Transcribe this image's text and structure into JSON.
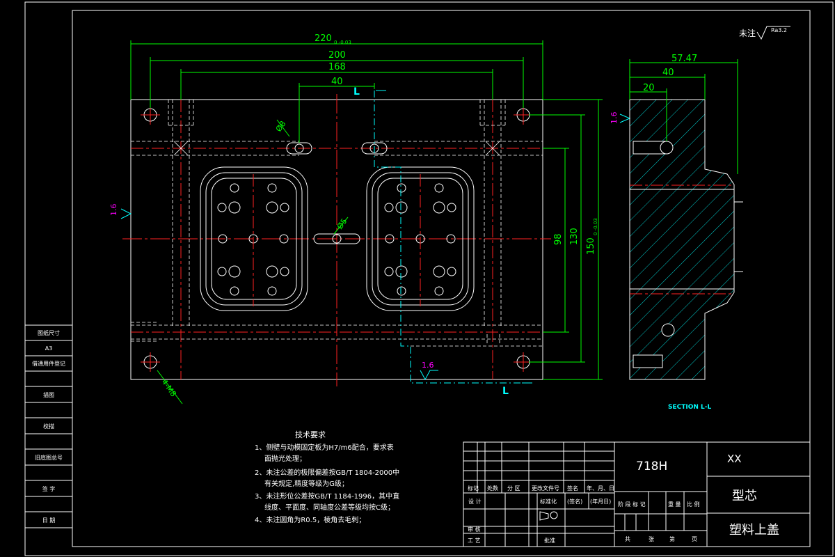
{
  "roughness_note": {
    "label": "未注",
    "value": "Ra3.2"
  },
  "dimensions": {
    "w220": "220",
    "w220_tol": "0 -0.03",
    "w200": "200",
    "w168": "168",
    "w40": "40",
    "section_mark": "L",
    "dia8": "Ø8",
    "dia5": "Ø5",
    "m8": "4-M8",
    "h98": "98",
    "h130": "130",
    "h150": "150",
    "h150_tol": "0 -0.03",
    "side_57": "57.47",
    "side_40": "40",
    "side_20": "20",
    "rough_16": "1.6"
  },
  "section_label": "SECTION L-L",
  "left_strip": [
    "图纸尺寸",
    "A3",
    "借通用件登记",
    "",
    "描图",
    "",
    "校描",
    "",
    "旧底图总号",
    "",
    "签 字",
    "",
    "日 期"
  ],
  "tech": {
    "title": "技术要求",
    "items": [
      "1、侧壁与动模固定板为H7/m6配合，要求表",
      "面抛光处理；",
      "2、未注公差的极限偏差按GB/T 1804-2000中",
      "有关规定,精度等级为G级；",
      "3、未注形位公差按GB/T 1184-1996，其中直",
      "线度、平面度、同轴度公差等级均按C级；",
      "4、未注圆角为R0.5，棱角去毛刺；"
    ]
  },
  "title_block": {
    "material": "718H",
    "company": "XX",
    "part_type": "型芯",
    "part_name": "塑料上盖",
    "hdr": [
      "标记",
      "处数",
      "分 区",
      "更改文件号",
      "签名",
      "年、月、日"
    ],
    "row_design": [
      "设 计",
      "标准化",
      "(签名)",
      "(年月日)"
    ],
    "row_check": "审 核",
    "row_craft": "工 艺",
    "row_approve": "批准",
    "stage_hdr": [
      "阶 段 标 记",
      "重 量",
      "比 例"
    ],
    "sheets": [
      "共",
      "张",
      "第",
      "页"
    ]
  }
}
